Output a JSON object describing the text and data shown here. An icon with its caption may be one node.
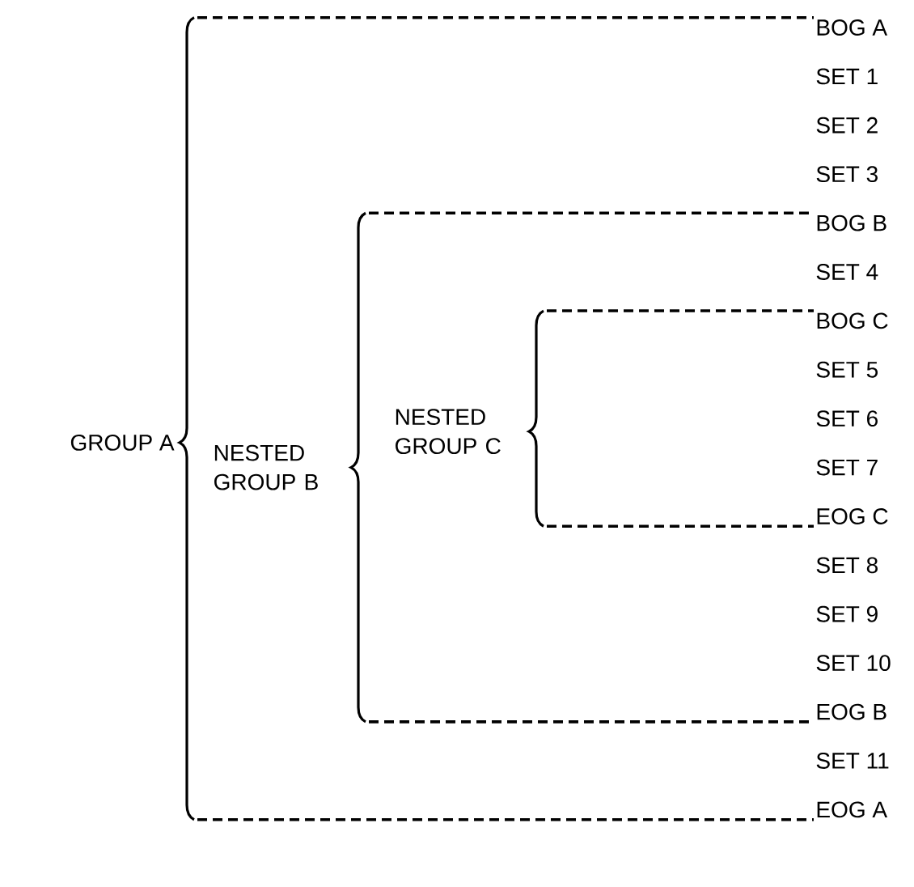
{
  "diagram": {
    "nodes": [
      {
        "text": [
          "GROUP A"
        ]
      },
      {
        "text": [
          "NESTED GROUP B"
        ]
      },
      {
        "text": [
          "NESTED GROUP C"
        ]
      },
      {
        "text": [
          "BOG A"
        ]
      },
      {
        "text": [
          "BOG B"
        ]
      },
      {
        "text": [
          "BOG C"
        ]
      },
      {
        "text": [
          "EOG C"
        ]
      },
      {
        "text": [
          "EOG B"
        ]
      },
      {
        "text": [
          "EOG A"
        ]
      }
    ],
    "edges": [
      {
        "from": 0,
        "to": 3,
        "arrow": "none",
        "style": "dashed"
      },
      {
        "from": 0,
        "to": 8,
        "arrow": "none",
        "style": "dashed"
      },
      {
        "from": 1,
        "to": 4,
        "arrow": "none",
        "style": "dashed"
      },
      {
        "from": 1,
        "to": 7,
        "arrow": "none",
        "style": "dashed"
      },
      {
        "from": 2,
        "to": 5,
        "arrow": "none",
        "style": "dashed"
      },
      {
        "from": 2,
        "to": 6,
        "arrow": "none",
        "style": "dashed"
      }
    ],
    "labels": [
      "SET 1",
      "SET 2",
      "SET 3",
      "SET 4",
      "SET 5",
      "SET 6",
      "SET 7",
      "SET 8",
      "SET 9",
      "SET 10",
      "SET 11"
    ]
  }
}
